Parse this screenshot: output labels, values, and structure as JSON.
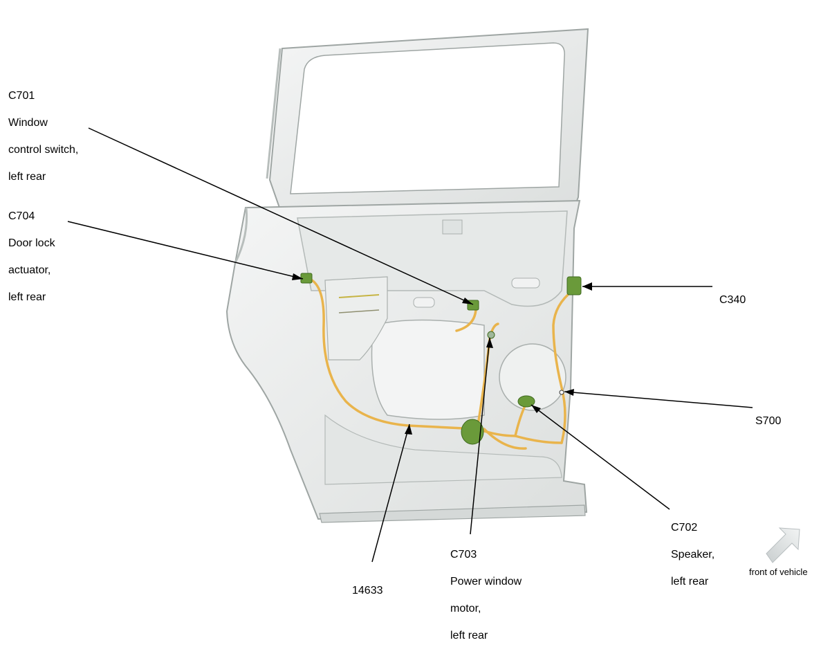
{
  "callouts": {
    "c701": {
      "id": "C701",
      "lines": [
        "Window",
        "control switch,",
        "left rear"
      ]
    },
    "c704": {
      "id": "C704",
      "lines": [
        "Door lock",
        "actuator,",
        "left rear"
      ]
    },
    "c340": {
      "id": "C340"
    },
    "s700": {
      "id": "S700"
    },
    "c702": {
      "id": "C702",
      "lines": [
        "Speaker,",
        "left rear"
      ]
    },
    "c703": {
      "id": "C703",
      "lines": [
        "Power window",
        "motor,",
        "left rear"
      ]
    },
    "harness": {
      "id": "14633"
    }
  },
  "orientation": {
    "label": "front of vehicle",
    "icon": "arrow-up-right-icon"
  },
  "colors": {
    "door_fill": "#eceeed",
    "door_stroke": "#9ea5a3",
    "harness": "#e9b44c",
    "connector": "#6a9a3a",
    "leader": "#000000",
    "arrow_fill": "#dfe3e4"
  }
}
